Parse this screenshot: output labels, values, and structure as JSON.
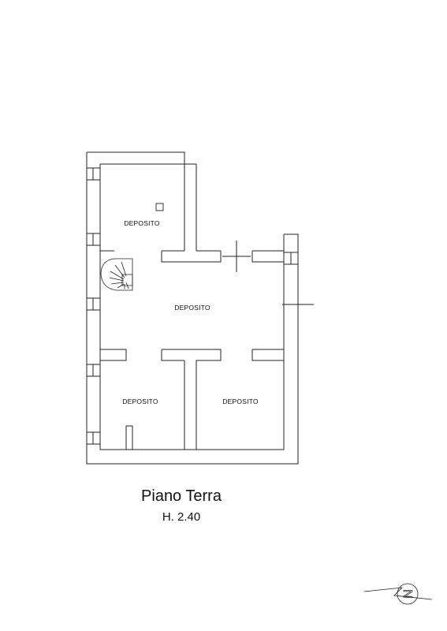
{
  "rooms": {
    "top_left": "DEPOSITO",
    "central": "DEPOSITO",
    "bottom_left": "DEPOSITO",
    "bottom_right": "DEPOSITO"
  },
  "floor": {
    "title": "Piano Terra",
    "height": "H. 2.40"
  },
  "north_arrow": {
    "letter": "N"
  },
  "colors": {
    "wall": "#222222",
    "background": "#ffffff"
  }
}
